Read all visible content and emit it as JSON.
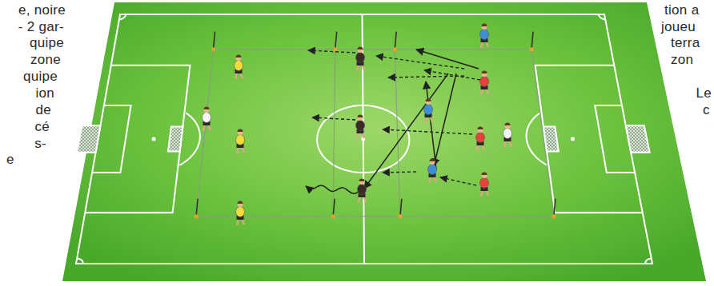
{
  "diagram": {
    "labels": [
      "e, noire",
      "- 2 gar-",
      "quipe",
      "zone",
      "quipe",
      "ion",
      "de",
      "cé",
      "s-",
      "e",
      "tion a",
      "joueu",
      "terra",
      "zon",
      "Le",
      "c"
    ]
  }
}
